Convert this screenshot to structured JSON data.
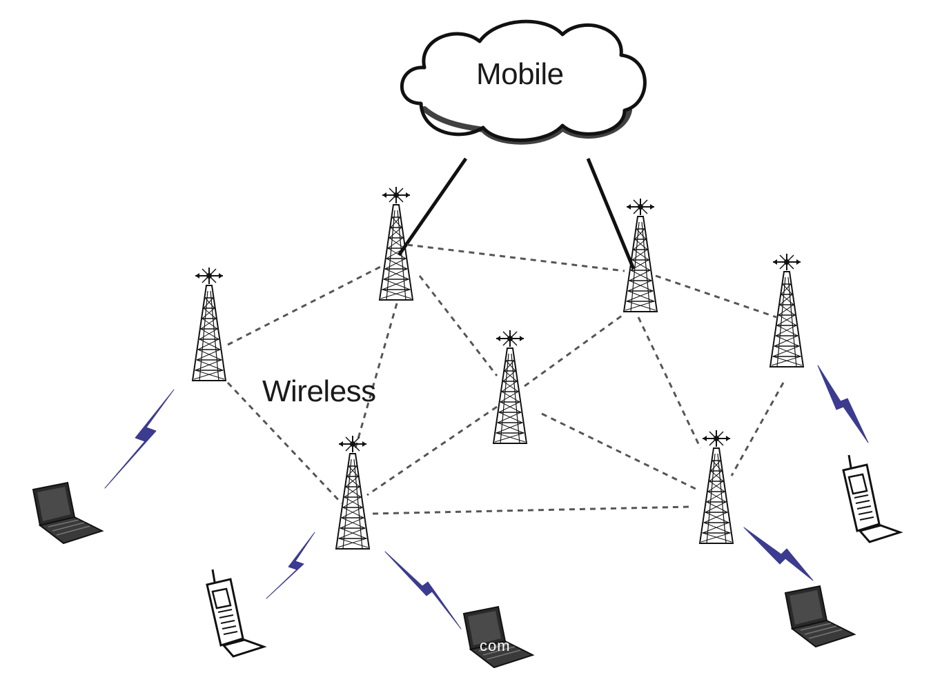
{
  "cloud": {
    "label": "Mobile"
  },
  "network": {
    "label": "Wireless"
  },
  "watermark": {
    "text": "com"
  },
  "colors": {
    "line": "#111111",
    "dashed": "#555555",
    "signal": "#3b3b8f",
    "device": "#2a2a2a"
  },
  "icons": [
    "cloud-icon",
    "tower-icon",
    "laptop-icon",
    "cellphone-icon",
    "lightning-icon"
  ]
}
